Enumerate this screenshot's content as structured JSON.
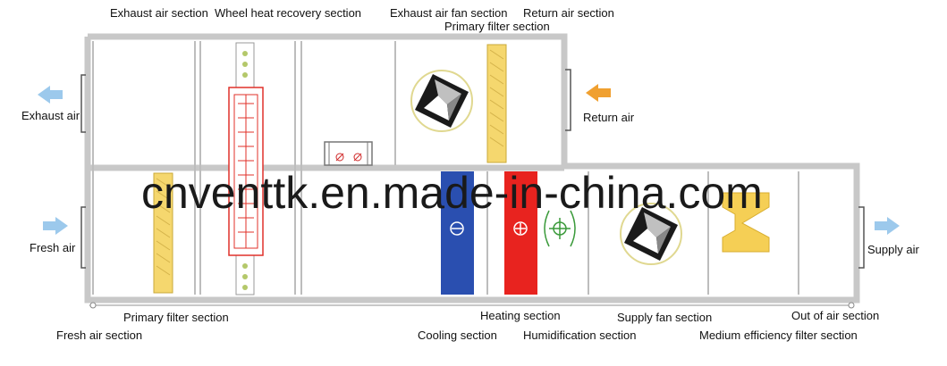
{
  "labels": {
    "exhaust_air_section": "Exhaust air section",
    "wheel_heat_recovery_section": "Wheel heat recovery section",
    "exhaust_air_fan_section": "Exhaust air fan section",
    "return_air_section": "Return air section",
    "primary_filter_section_top": "Primary filter section",
    "exhaust_air": "Exhaust air",
    "return_air": "Return air",
    "fresh_air": "Fresh air",
    "supply_air": "Supply air",
    "primary_filter_section_bottom": "Primary filter section",
    "heating_section": "Heating section",
    "supply_fan_section": "Supply fan section",
    "out_of_air_section": "Out of air section",
    "fresh_air_section": "Fresh air section",
    "cooling_section": "Cooling section",
    "humidification_section": "Humidification section",
    "medium_efficiency_filter_section": "Medium efficiency filter section"
  },
  "watermark": "cnventtk.en.made-in-china.com",
  "colors": {
    "casing": "#c8c8c8",
    "filter": "#f5d76e",
    "cooling_coil": "#2a4fb0",
    "heating_coil": "#e8231f",
    "wheel_outline": "#e0302a",
    "exhaust_arrow": "#9cc9ec",
    "return_arrow": "#f0a030",
    "fan_ring": "#e0d890"
  },
  "icons": [
    "exhaust-arrow-icon",
    "return-arrow-icon",
    "fresh-arrow-icon",
    "supply-arrow-icon",
    "fan-icon",
    "damper-icon",
    "humidifier-icon"
  ]
}
